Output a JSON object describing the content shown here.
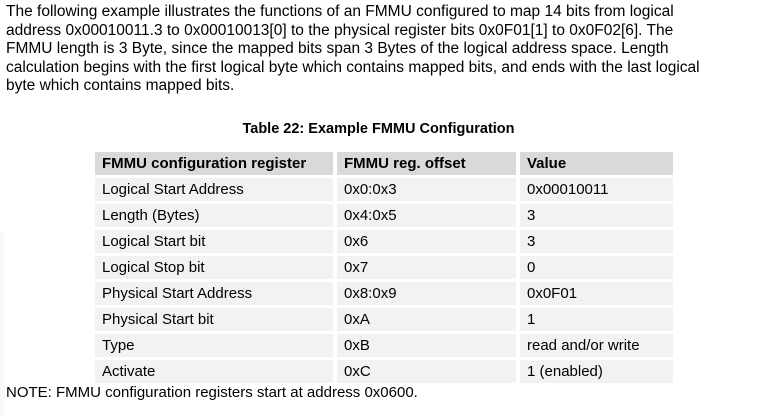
{
  "paragraph": {
    "lines": [
      "The following example illustrates the functions of an FMMU configured to map 14 bits from logical",
      "address 0x00010011.3 to 0x00010013[0] to the physical register bits 0x0F01[1] to 0x0F02[6]. The",
      "FMMU length is 3 Byte, since the mapped bits span 3 Bytes of the logical address space. Length",
      "calculation begins with the first logical byte which contains mapped bits, and ends with the last logical",
      "byte which contains mapped bits."
    ]
  },
  "table": {
    "title": "Table 22: Example FMMU Configuration",
    "headers": [
      "FMMU configuration register",
      "FMMU reg. offset",
      "Value"
    ],
    "rows": [
      [
        "Logical Start Address",
        "0x0:0x3",
        "0x00010011"
      ],
      [
        "Length (Bytes)",
        "0x4:0x5",
        "3"
      ],
      [
        "Logical Start bit",
        "0x6",
        "3"
      ],
      [
        "Logical Stop bit",
        "0x7",
        "0"
      ],
      [
        "Physical Start Address",
        "0x8:0x9",
        "0x0F01"
      ],
      [
        "Physical Start bit",
        "0xA",
        "1"
      ],
      [
        "Type",
        "0xB",
        "read and/or write"
      ],
      [
        "Activate",
        "0xC",
        "1 (enabled)"
      ]
    ]
  },
  "note": "NOTE: FMMU configuration registers start at address 0x0600.",
  "colors": {
    "page_bg": "#ffffff",
    "text": "#000000",
    "table_header_bg": "#d9d9d9",
    "table_row_bg": "#f2f2f2"
  }
}
